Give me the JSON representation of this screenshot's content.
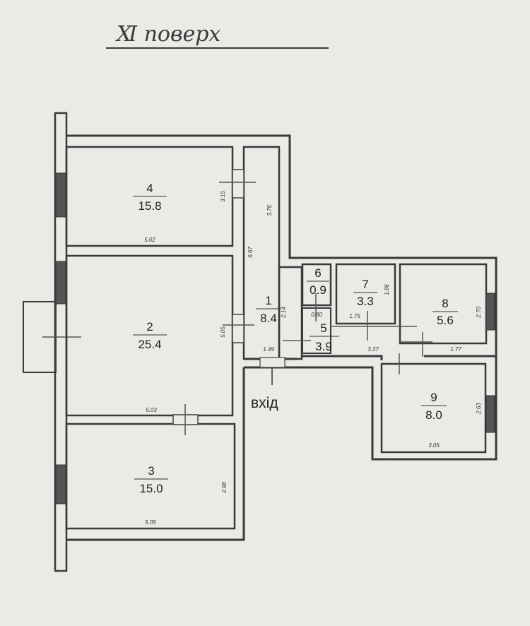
{
  "header": {
    "title": "Ⅺ поверх"
  },
  "entry_label": "вхід",
  "rooms": [
    {
      "id": "1",
      "area": "8.4"
    },
    {
      "id": "2",
      "area": "25.4"
    },
    {
      "id": "3",
      "area": "15.0"
    },
    {
      "id": "4",
      "area": "15.8"
    },
    {
      "id": "5",
      "area": "3.9"
    },
    {
      "id": "6",
      "area": "0.9"
    },
    {
      "id": "7",
      "area": "3.3"
    },
    {
      "id": "8",
      "area": "5.6"
    },
    {
      "id": "9",
      "area": "8.0"
    }
  ],
  "dimensions": {
    "r4_width": "5.02",
    "r4_height": "3.15",
    "r2_width": "5.03",
    "r2_height": "5.05",
    "r3_width": "5.05",
    "r3_height": "2.98",
    "corridor_upper": "3.76",
    "corridor_length": "6.67",
    "r1_depth": "2.14",
    "r1_width": "1.49",
    "r6_width": "0.80",
    "r7_width": "1.75",
    "r7_height": "1.86",
    "r5_width": "3.37",
    "r8_width": "1.77",
    "r8_height": "2.70",
    "r9_width": "3.05",
    "r9_height": "2.63"
  }
}
